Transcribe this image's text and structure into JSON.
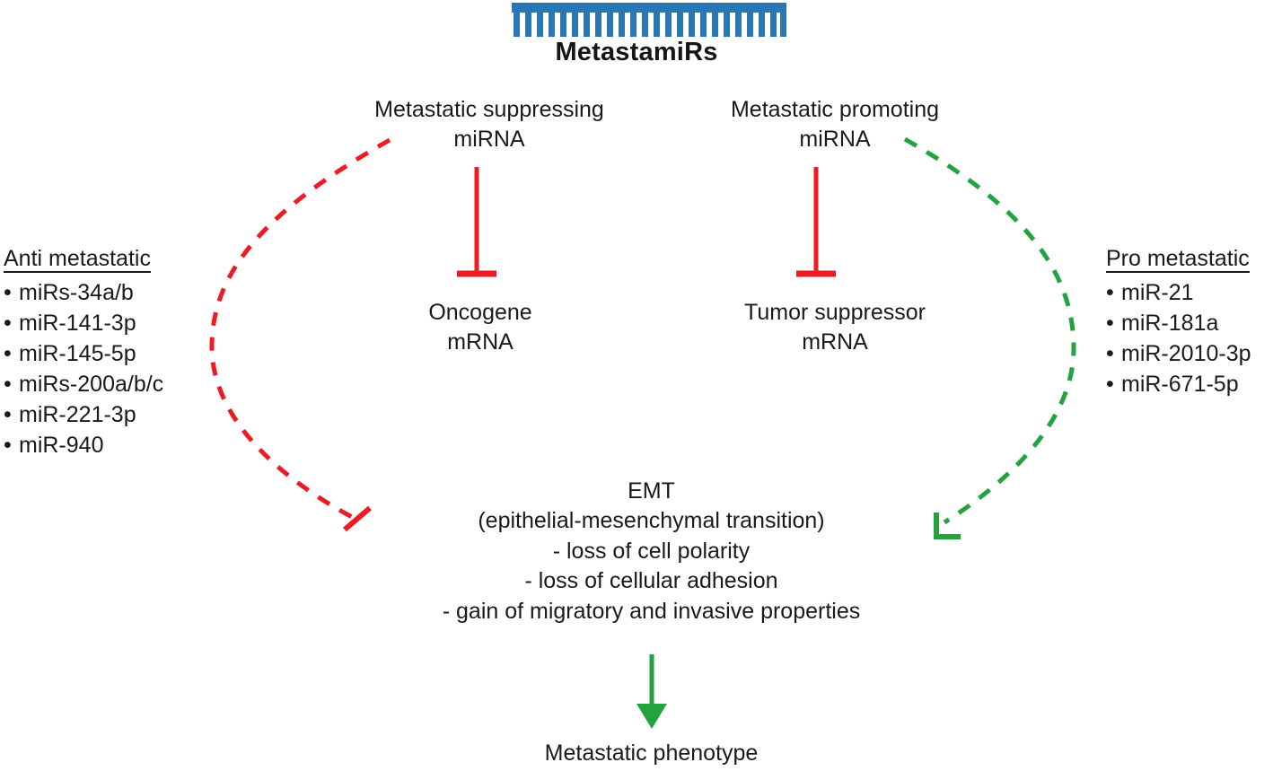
{
  "figure": {
    "title": "MetastamiRs",
    "comb": {
      "icon": "mirna-comb-icon",
      "color": "#2A77B5",
      "teeth": 24
    }
  },
  "nodes": {
    "suppressing": {
      "line1": "Metastatic suppressing",
      "line2": "miRNA"
    },
    "promoting": {
      "line1": "Metastatic promoting",
      "line2": "miRNA"
    },
    "oncogene": {
      "line1": "Oncogene",
      "line2": "mRNA"
    },
    "tumor_suppressor": {
      "line1": "Tumor suppressor",
      "line2": "mRNA"
    },
    "emt": {
      "line1": "EMT",
      "line2": "(epithelial-mesenchymal transition)",
      "line3": "- loss of cell polarity",
      "line4": "- loss of cellular adhesion",
      "line5": "- gain of migratory and invasive properties"
    },
    "phenotype": {
      "line1": "Metastatic phenotype"
    }
  },
  "lists": {
    "left": {
      "heading": "Anti metastatic",
      "bullet": "•",
      "items": [
        "miRs-34a/b",
        "miR-141-3p",
        "miR-145-5p",
        "miRs-200a/b/c",
        "miR-221-3p",
        "miR-940"
      ]
    },
    "right": {
      "heading": "Pro metastatic",
      "bullet": "•",
      "items": [
        "miR-21",
        "miR-181a",
        "miR-2010-3p",
        "miR-671-5p"
      ]
    }
  },
  "connectors": [
    {
      "name": "suppressing-inhibits-oncogene",
      "kind": "inhibition-bar",
      "style": "solid",
      "color": "#ED1C24"
    },
    {
      "name": "promoting-inhibits-tumor-suppressor",
      "kind": "inhibition-bar",
      "style": "solid",
      "color": "#ED1C24"
    },
    {
      "name": "anti-metastatic-inhibits-emt",
      "kind": "inhibition-bar",
      "style": "dashed",
      "color": "#ED1C24"
    },
    {
      "name": "pro-metastatic-promotes-emt",
      "kind": "arrow",
      "style": "dashed",
      "color": "#22A33F"
    },
    {
      "name": "emt-leads-to-metastatic-phenotype",
      "kind": "arrow",
      "style": "solid",
      "color": "#22A33F"
    }
  ],
  "colors": {
    "inhibition_red": "#ED1C24",
    "promotion_green": "#22A33F",
    "mirna_blue": "#2A77B5",
    "text": "#1a1a1a",
    "background": "#ffffff"
  }
}
